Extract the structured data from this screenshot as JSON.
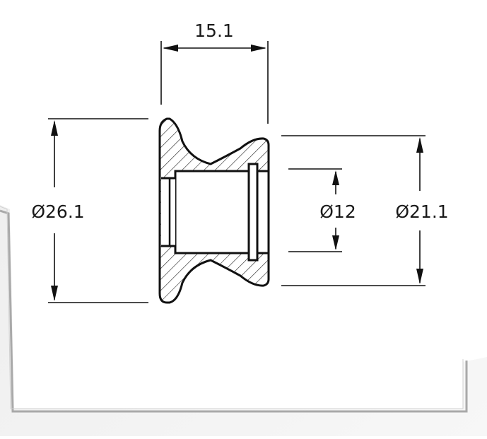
{
  "drawing": {
    "dimensions": {
      "overall_width": "15.1",
      "outer_diameter": "Ø26.1",
      "bore_diameter": "Ø12",
      "shoulder_diameter": "Ø21.1"
    }
  },
  "colors": {
    "ink": "#111111",
    "sheet_shadow": "#a9a9a9",
    "background": "#ffffff"
  }
}
